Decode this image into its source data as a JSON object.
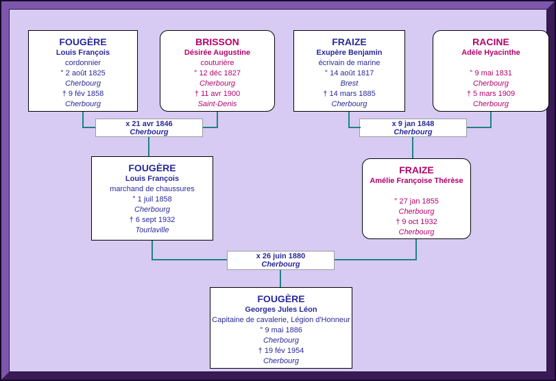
{
  "diagram_type": "ancestor-family-tree",
  "persons": [
    {
      "surname": "FOUGÈRE",
      "given": "Louis François",
      "occupation": "cordonnier",
      "birth": "° 2 août 1825",
      "birth_place": "Cherbourg",
      "death": "† 9 fév 1858",
      "death_place": "Cherbourg",
      "sex": "male"
    },
    {
      "surname": "BRISSON",
      "given": "Désirée Augustine",
      "occupation": "couturière",
      "birth": "° 12 déc 1827",
      "birth_place": "Cherbourg",
      "death": "† 11 avr 1900",
      "death_place": "Saint-Denis",
      "sex": "female"
    },
    {
      "surname": "FRAIZE",
      "given": "Exupère Benjamin",
      "occupation": "écrivain de marine",
      "birth": "° 14 août 1817",
      "birth_place": "Brest",
      "death": "† 14 mars 1885",
      "death_place": "Cherbourg",
      "sex": "male"
    },
    {
      "surname": "RACINE",
      "given": "Adèle Hyacinthe",
      "occupation": "",
      "birth": "° 9 mai 1831",
      "birth_place": "Cherbourg",
      "death": "† 5 mars 1909",
      "death_place": "Cherbourg",
      "sex": "female"
    },
    {
      "surname": "FOUGÈRE",
      "given": "Louis François",
      "occupation": "marchand de chaussures",
      "birth": "° 1 juil 1858",
      "birth_place": "Cherbourg",
      "death": "† 6 sept 1932",
      "death_place": "Tourlaville",
      "sex": "male"
    },
    {
      "surname": "FRAIZE",
      "given": "Amélie Françoise Thérèse",
      "occupation": "",
      "birth": "° 27 jan 1855",
      "birth_place": "Cherbourg",
      "death": "† 9 oct 1932",
      "death_place": "Cherbourg",
      "sex": "female"
    },
    {
      "surname": "FOUGÈRE",
      "given": "Georges Jules Léon",
      "occupation": "Capitaine de cavalerie, Légion d'Honneur",
      "birth": "° 9 mai 1886",
      "birth_place": "Cherbourg",
      "death": "† 19 fév 1954",
      "death_place": "Cherbourg",
      "sex": "male"
    }
  ],
  "marriages": [
    {
      "label": "x 21 avr 1846",
      "place": "Cherbourg"
    },
    {
      "label": "x 9 jan 1848",
      "place": "Cherbourg"
    },
    {
      "label": "x 26 juin 1880",
      "place": "Cherbourg"
    }
  ],
  "colors": {
    "male_text": "#28289a",
    "female_text": "#b5006b",
    "connector": "#1f8080",
    "background": "#d7cbf3",
    "frame_light": "#7e57ad",
    "frame_dark": "#3a1a55",
    "box_fill": "#ffffff"
  }
}
